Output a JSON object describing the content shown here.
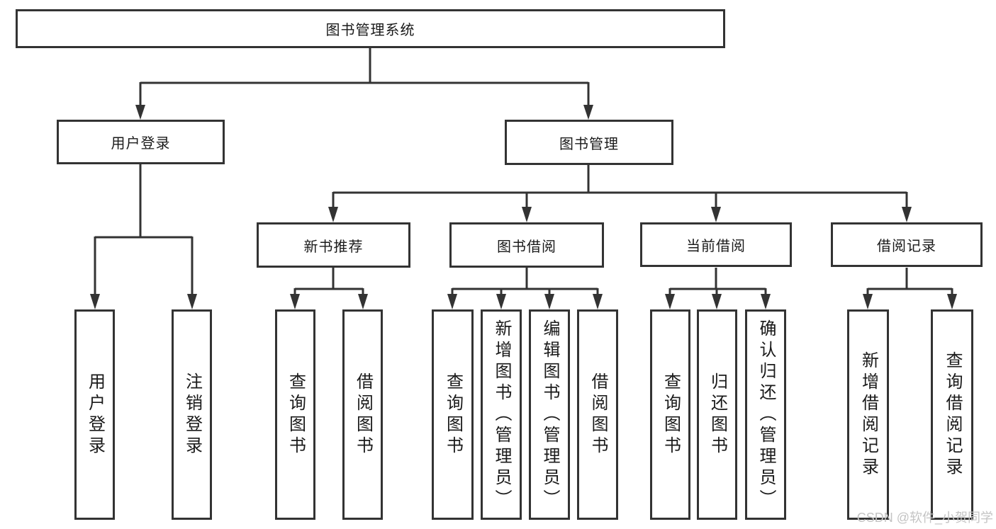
{
  "colors": {
    "background": "#ffffff",
    "line": "#333333",
    "text": "#1a1a1a",
    "watermark": "#c4c4c4"
  },
  "watermark": {
    "text": "CSDN @软件_小贺同学"
  },
  "diagram": {
    "type": "tree",
    "root": {
      "label": "图书管理系统",
      "children": [
        {
          "label": "用户登录",
          "children": [
            {
              "label": "用户登录"
            },
            {
              "label": "注销登录"
            }
          ]
        },
        {
          "label": "图书管理",
          "children": [
            {
              "label": "新书推荐",
              "children": [
                {
                  "label": "查询图书"
                },
                {
                  "label": "借阅图书"
                }
              ]
            },
            {
              "label": "图书借阅",
              "children": [
                {
                  "label": "查询图书"
                },
                {
                  "label": "新增图书（管理员）"
                },
                {
                  "label": "编辑图书（管理员）"
                },
                {
                  "label": "借阅图书"
                }
              ]
            },
            {
              "label": "当前借阅",
              "children": [
                {
                  "label": "查询图书"
                },
                {
                  "label": "归还图书"
                },
                {
                  "label": "确认归还（管理员）"
                }
              ]
            },
            {
              "label": "借阅记录",
              "children": [
                {
                  "label": "新增借阅记录"
                },
                {
                  "label": "查询借阅记录"
                }
              ]
            }
          ]
        }
      ]
    }
  }
}
